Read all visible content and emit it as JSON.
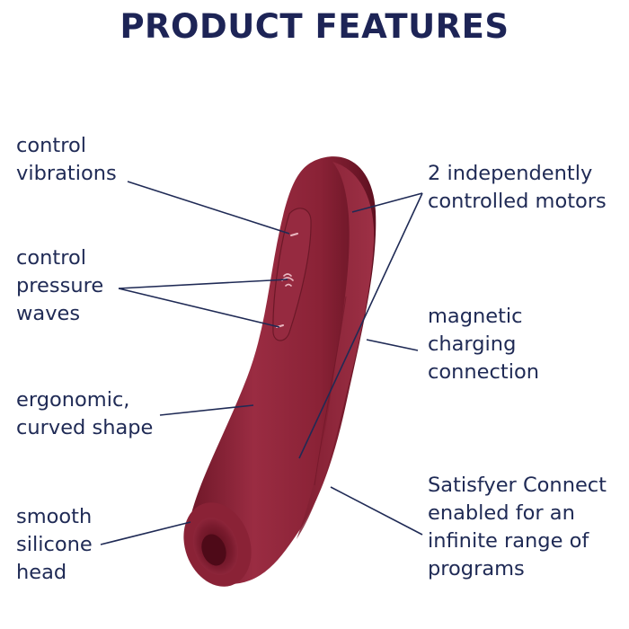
{
  "title": "PRODUCT FEATURES",
  "features": {
    "control_vibrations": [
      "control",
      "vibrations"
    ],
    "control_pressure_waves": [
      "control",
      "pressure",
      "waves"
    ],
    "ergonomic_shape": [
      "ergonomic,",
      "curved shape"
    ],
    "silicone_head": [
      "smooth",
      "silicone",
      "head"
    ],
    "motors": [
      "2 independently",
      "controlled motors"
    ],
    "magnetic_charging": [
      "magnetic",
      "charging",
      "connection"
    ],
    "connect_app": [
      "Satisfyer Connect",
      "enabled for an",
      "infinite range of",
      "programs"
    ]
  },
  "colors": {
    "title": "#1d2456",
    "text": "#1f2a55",
    "leader_line": "#1f2a55",
    "product_body": "#8e2538",
    "product_shade": "#6a1526",
    "product_highlight": "#b5465a"
  },
  "icons": {
    "product": "curved-device-illustration",
    "buttons": [
      "minus-icon",
      "wave-icon",
      "minus-icon"
    ]
  }
}
